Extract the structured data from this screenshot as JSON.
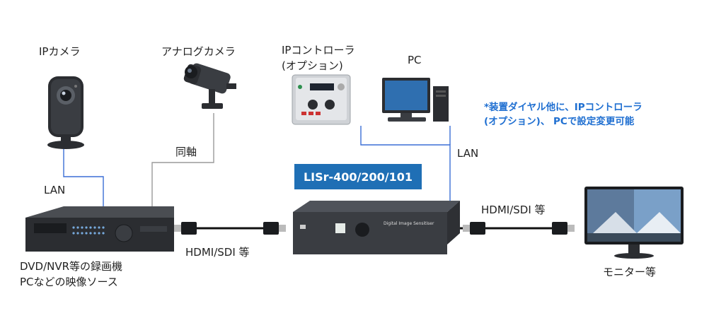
{
  "title": "LISr-400/200/101",
  "labels": {
    "ip_camera": "IPカメラ",
    "analog_camera": "アナログカメラ",
    "ip_controller_line1": "IPコントローラ",
    "ip_controller_line2": "(オプション)",
    "pc": "PC",
    "coax": "同軸",
    "lan_left": "LAN",
    "lan_right": "LAN",
    "hdmi_left": "HDMI/SDI 等",
    "hdmi_right": "HDMI/SDI 等",
    "source_line1": "DVD/NVR等の録画機",
    "source_line2": "PCなどの映像ソース",
    "monitor": "モニター等"
  },
  "note": {
    "line1": "*装置ダイヤル他に、IPコントローラ",
    "line2": "(オプション)、 PCで設定変更可能"
  },
  "device_text": "Digital Image Sensitiser",
  "colors": {
    "accent": "#1f6fb5",
    "lan_line": "#3b6fd6",
    "coax_line": "#9a9a9a",
    "note": "#1f6fd1"
  }
}
